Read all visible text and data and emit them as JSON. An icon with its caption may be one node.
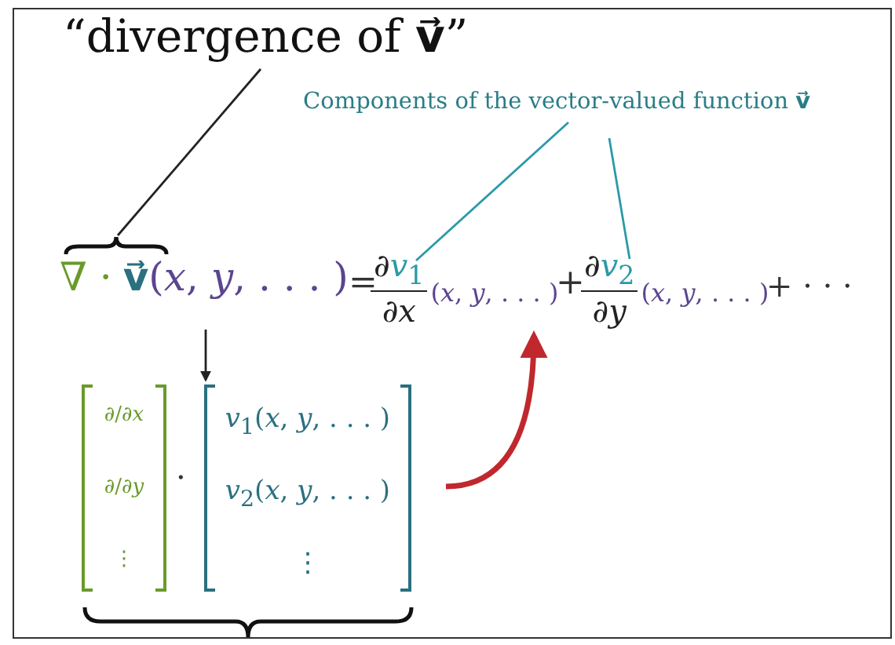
{
  "diagram": {
    "nodes": [
      {
        "text": [
          "“divergence of **v⃗**”"
        ]
      },
      {
        "text": [
          "Components of the vector-valued function **v⃗**"
        ]
      },
      {
        "text": [],
        "shape": "bracket"
      },
      {
        "text": [
          "∇ ·",
          "**v⃗**",
          "(*x*, *y*, . . . )"
        ]
      },
      {
        "text": [
          "∂*v*$_{1}$",
          "∂*x*",
          "(*x*, *y*, . . . )"
        ]
      },
      {
        "text": [
          "∂*v*$_{2}$",
          "∂*y*",
          "(*x*, *y*, . . . )"
        ]
      },
      {
        "text": [
          "∂/∂*x*",
          "∂/∂*y*",
          "⋮"
        ]
      },
      {
        "text": [
          "*v*$_{1}$(*x*, *y*, . . . )",
          "*v*$_{2}$(*x*, *y*, . . . )",
          "⋮"
        ]
      }
    ],
    "edges": [
      {
        "from": 0,
        "to": 2,
        "arrow": "none",
        "color": "#222222"
      },
      {
        "from": 1,
        "to": 4,
        "arrow": "none",
        "color": "#2a9aa8"
      },
      {
        "from": 1,
        "to": 5,
        "arrow": "none",
        "color": "#2a9aa8"
      },
      {
        "from": 3,
        "to": 7,
        "arrow": "to",
        "color": "#222222"
      },
      {
        "from": 7,
        "to": 4,
        "arrow": "to",
        "style": "thick",
        "color": "#c0282d"
      }
    ],
    "labels": [
      "=",
      "+",
      "+ · · ·",
      "·"
    ]
  }
}
